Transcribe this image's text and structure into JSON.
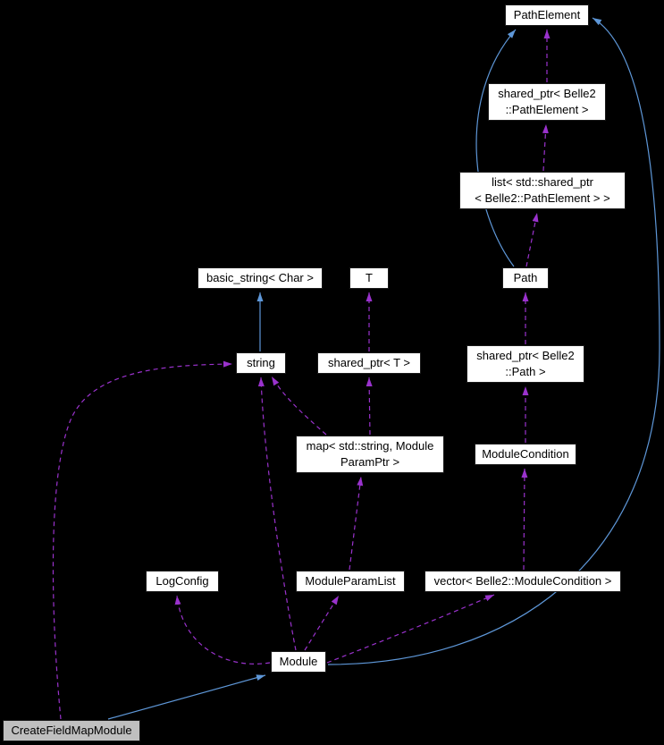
{
  "diagram": {
    "kind": "doxygen-collaboration-graph",
    "background_color": "#000000",
    "node_fill_color": "#ffffff",
    "node_border_color": "#1a1a1a",
    "focus_node_fill_color": "#bfbfbf",
    "usage_edge_color": "#9a32cd",
    "inheritance_edge_color": "#5e97d8"
  },
  "nodes": {
    "path_element": {
      "label": "PathElement"
    },
    "shared_ptr_path_element": {
      "label": "shared_ptr< Belle2\n::PathElement >"
    },
    "list_shared_ptr_path_element": {
      "label": "list< std::shared_ptr\n< Belle2::PathElement > >"
    },
    "path": {
      "label": "Path"
    },
    "basic_string_char": {
      "label": "basic_string< Char >"
    },
    "t": {
      "label": "T"
    },
    "string": {
      "label": "string"
    },
    "shared_ptr_t": {
      "label": "shared_ptr< T >"
    },
    "shared_ptr_path": {
      "label": "shared_ptr< Belle2\n::Path >"
    },
    "map_string_moduleparamptr": {
      "label": "map< std::string, Module\nParamPtr >"
    },
    "module_condition": {
      "label": "ModuleCondition"
    },
    "log_config": {
      "label": "LogConfig"
    },
    "module_param_list": {
      "label": "ModuleParamList"
    },
    "vector_module_condition": {
      "label": "vector< Belle2::ModuleCondition >"
    },
    "module": {
      "label": "Module"
    },
    "create_field_map_module": {
      "label": "CreateFieldMapModule"
    }
  },
  "edges": [
    {
      "from": "shared_ptr_path_element",
      "to": "path_element",
      "type": "usage"
    },
    {
      "from": "list_shared_ptr_path_element",
      "to": "shared_ptr_path_element",
      "type": "usage"
    },
    {
      "from": "path",
      "to": "list_shared_ptr_path_element",
      "type": "usage"
    },
    {
      "from": "shared_ptr_path",
      "to": "path",
      "type": "usage"
    },
    {
      "from": "module_condition",
      "to": "shared_ptr_path",
      "type": "usage"
    },
    {
      "from": "vector_module_condition",
      "to": "module_condition",
      "type": "usage"
    },
    {
      "from": "shared_ptr_t",
      "to": "t",
      "type": "usage"
    },
    {
      "from": "map_string_moduleparamptr",
      "to": "shared_ptr_t",
      "type": "usage"
    },
    {
      "from": "map_string_moduleparamptr",
      "to": "string",
      "type": "usage"
    },
    {
      "from": "module_param_list",
      "to": "map_string_moduleparamptr",
      "type": "usage"
    },
    {
      "from": "module",
      "to": "module_param_list",
      "type": "usage"
    },
    {
      "from": "module",
      "to": "log_config",
      "type": "usage"
    },
    {
      "from": "module",
      "to": "vector_module_condition",
      "type": "usage"
    },
    {
      "from": "module",
      "to": "string",
      "type": "usage"
    },
    {
      "from": "create_field_map_module",
      "to": "string",
      "type": "usage"
    },
    {
      "from": "string",
      "to": "basic_string_char",
      "type": "inheritance"
    },
    {
      "from": "path",
      "to": "path_element",
      "type": "inheritance"
    },
    {
      "from": "module",
      "to": "path_element",
      "type": "inheritance"
    },
    {
      "from": "create_field_map_module",
      "to": "module",
      "type": "inheritance"
    }
  ]
}
